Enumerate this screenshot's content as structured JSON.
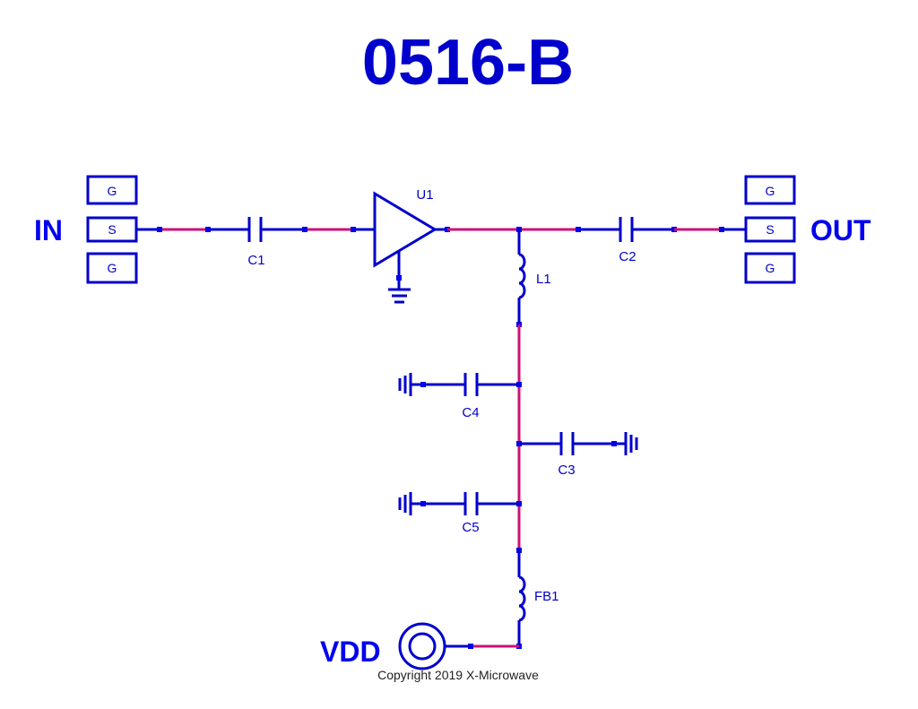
{
  "title": "0516-B",
  "colors": {
    "schematic": "#0000cc",
    "trace": "#cc1177",
    "text": "#0000cc",
    "copyright": "#222222",
    "background": "#ffffff"
  },
  "ports": {
    "input": {
      "label": "IN",
      "pins": [
        "G",
        "S",
        "G"
      ]
    },
    "output": {
      "label": "OUT",
      "pins": [
        "G",
        "S",
        "G"
      ]
    },
    "supply": {
      "label": "VDD"
    }
  },
  "components": {
    "amplifier": {
      "ref": "U1",
      "type": "amplifier"
    },
    "input_cap": {
      "ref": "C1",
      "type": "capacitor"
    },
    "output_cap": {
      "ref": "C2",
      "type": "capacitor"
    },
    "bias_inductor": {
      "ref": "L1",
      "type": "inductor"
    },
    "decoupling_cap_1": {
      "ref": "C4",
      "type": "capacitor"
    },
    "decoupling_cap_2": {
      "ref": "C3",
      "type": "capacitor"
    },
    "decoupling_cap_3": {
      "ref": "C5",
      "type": "capacitor"
    },
    "ferrite_bead": {
      "ref": "FB1",
      "type": "inductor"
    }
  },
  "copyright": "Copyright 2019 X-Microwave"
}
